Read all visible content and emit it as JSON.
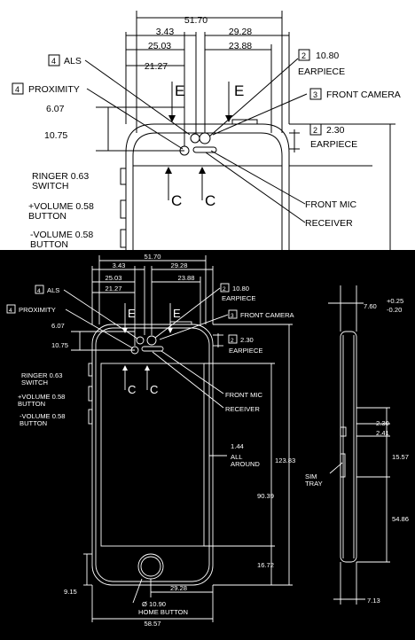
{
  "top": {
    "dims": {
      "overall_width": "51.70",
      "d343": "3.43",
      "d2928": "29.28",
      "d2503": "25.03",
      "d2388": "23.88",
      "d2127": "21.27",
      "d607": "6.07",
      "d1075": "10.75"
    },
    "callouts": {
      "als_num": "4",
      "als_text": "ALS",
      "prox_num": "4",
      "prox_text": "PROXIMITY",
      "ear_num": "2",
      "ear_val": "10.80",
      "ear_text": "EARPIECE",
      "cam_num": "3",
      "cam_text": "FRONT CAMERA",
      "ear2_num": "2",
      "ear2_val": "2.30",
      "ear2_text": "EARPIECE"
    },
    "labels": {
      "ringer_1": "RINGER 0.63",
      "ringer_2": "SWITCH",
      "volup_1": "+VOLUME 0.58",
      "volup_2": "BUTTON",
      "voldn_1": "-VOLUME 0.58",
      "voldn_2": "BUTTON",
      "front_mic": "FRONT MIC",
      "receiver": "RECEIVER",
      "sec_e": "E",
      "sec_c": "C"
    }
  },
  "bottom": {
    "dims": {
      "overall_width": "51.70",
      "d343": "3.43",
      "d2928": "29.28",
      "d2503": "25.03",
      "d2388": "23.88",
      "d2127": "21.27",
      "d607": "6.07",
      "d1075": "10.75",
      "d144": "1.44",
      "all_around_1": "ALL",
      "all_around_2": "AROUND",
      "d12383": "123.83",
      "d9039": "90.39",
      "d1672": "16.72",
      "d915": "9.15",
      "d2928b": "29.28",
      "home_dia": "Ø 10.90",
      "home_text": "HOME BUTTON",
      "d5857": "58.57",
      "d760": "7.60",
      "tol_plus": "+0.25",
      "tol_minus": "-0.20",
      "d230b": "2.30",
      "d241": "2.41",
      "d1557": "15.57",
      "d5486": "54.86",
      "d713": "7.13",
      "sim_1": "SIM",
      "sim_2": "TRAY"
    },
    "callouts": {
      "als_num": "4",
      "als_text": "ALS",
      "prox_num": "4",
      "prox_text": "PROXIMITY",
      "ear_num": "2",
      "ear_val": "10.80",
      "ear_text": "EARPIECE",
      "cam_num": "3",
      "cam_text": "FRONT CAMERA",
      "ear2_num": "2",
      "ear2_val": "2.30",
      "ear2_text": "EARPIECE"
    },
    "labels": {
      "ringer_1": "RINGER 0.63",
      "ringer_2": "SWITCH",
      "volup_1": "+VOLUME 0.58",
      "volup_2": "BUTTON",
      "voldn_1": "-VOLUME 0.58",
      "voldn_2": "BUTTON",
      "front_mic": "FRONT MIC",
      "receiver": "RECEIVER",
      "sec_e": "E",
      "sec_c": "C"
    }
  },
  "colors": {
    "top_bg": "#ffffff",
    "top_ink": "#000000",
    "bottom_bg": "#000000",
    "bottom_ink": "#ffffff"
  }
}
